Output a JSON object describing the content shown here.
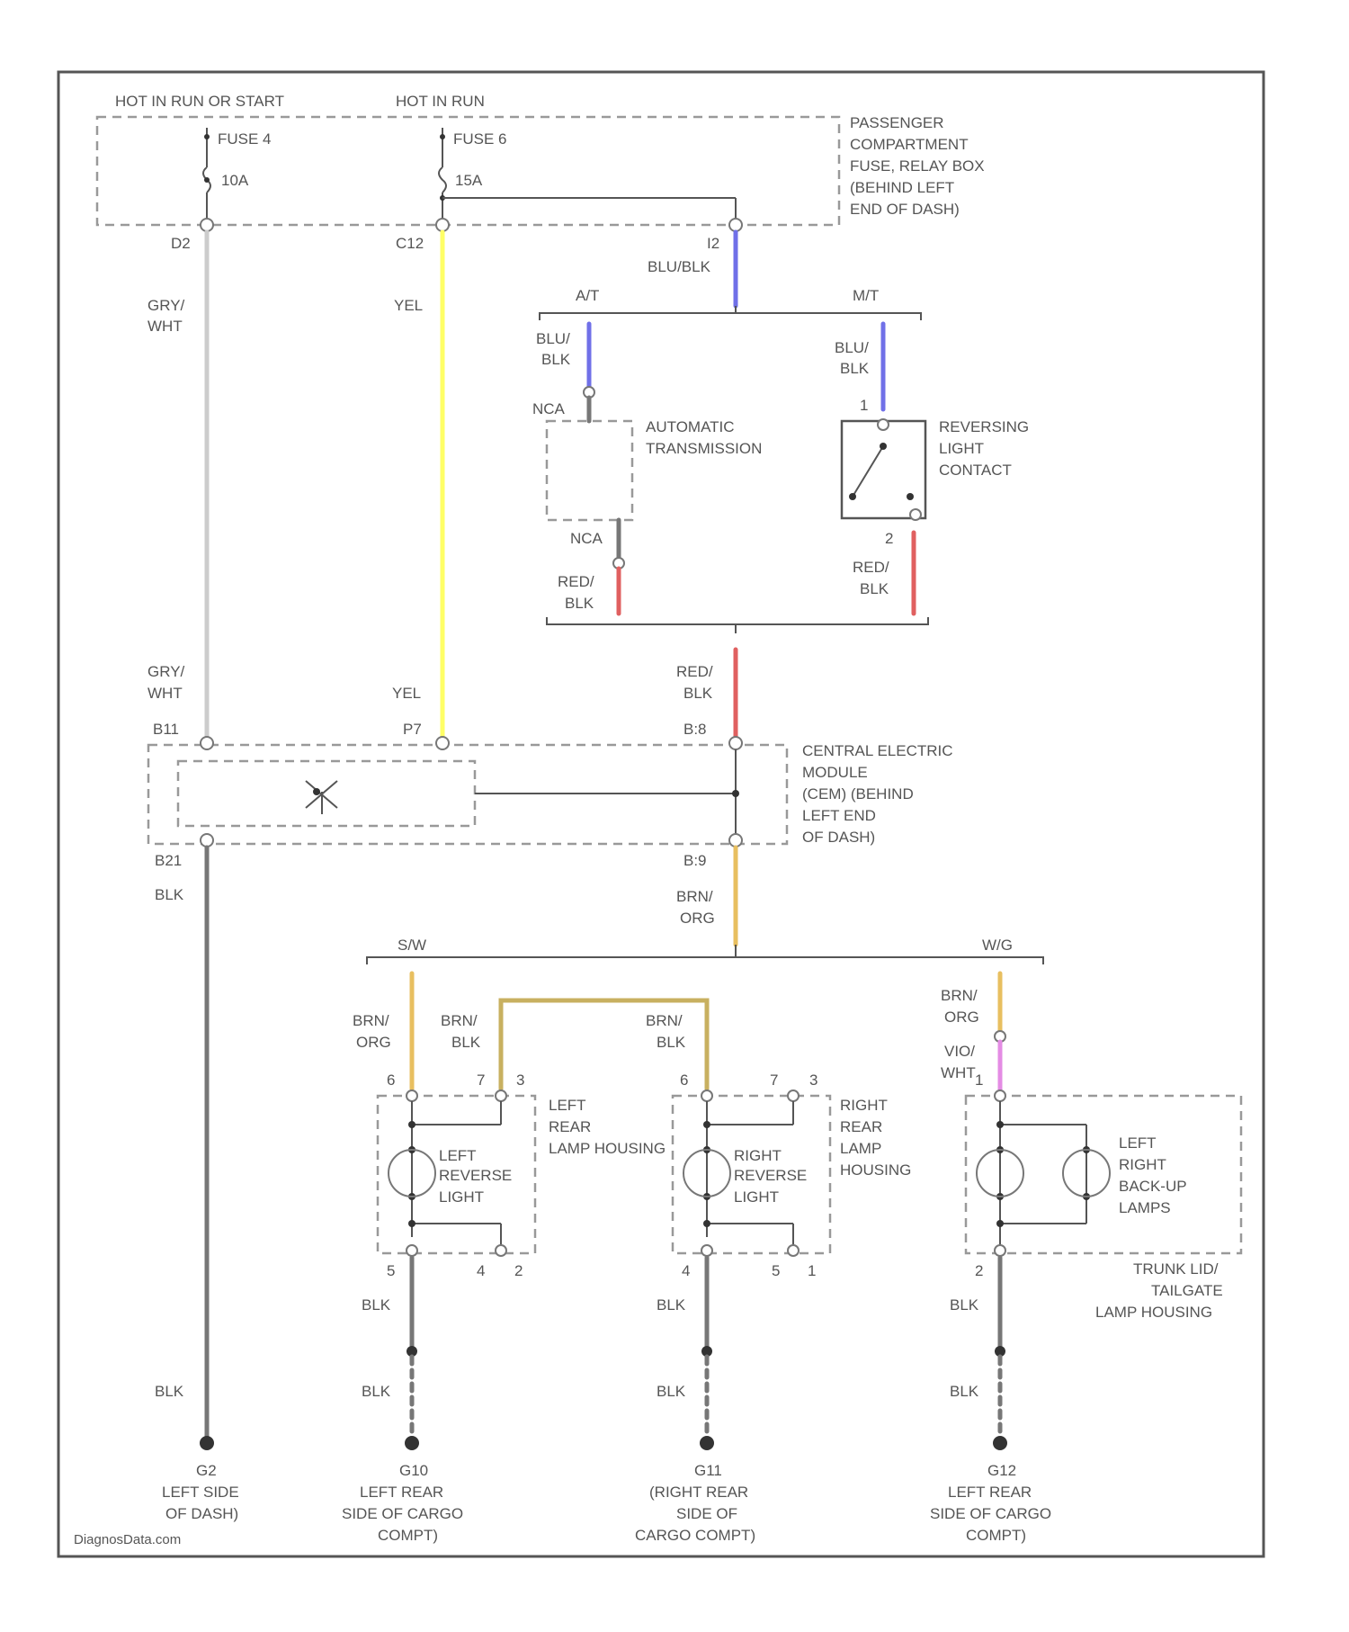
{
  "power": {
    "left": {
      "header": "HOT IN RUN OR START",
      "fuse": "FUSE 4",
      "rating": "10A",
      "connector": "D2"
    },
    "mid": {
      "header": "HOT IN RUN",
      "fuse": "FUSE 6",
      "rating": "15A",
      "connector": "C12",
      "connector2": "I2"
    }
  },
  "fuse_box": [
    "PASSENGER",
    "COMPARTMENT",
    "FUSE, RELAY BOX",
    "(BEHIND LEFT",
    "END OF DASH)"
  ],
  "wires": {
    "gry_wht": [
      "GRY/",
      "WHT"
    ],
    "yel": "YEL",
    "blu_blk": "BLU/BLK",
    "blu_blk2": [
      "BLU/",
      "BLK"
    ],
    "red_blk": [
      "RED/",
      "BLK"
    ],
    "brn_org": [
      "BRN/",
      "ORG"
    ],
    "brn_blk": [
      "BRN/",
      "BLK"
    ],
    "vio_wht": [
      "VIO/",
      "WHT"
    ],
    "blk": "BLK"
  },
  "splits": {
    "at": "A/T",
    "mt": "M/T",
    "sw": "S/W",
    "wg": "W/G"
  },
  "automatic_transmission": {
    "label": [
      "AUTOMATIC",
      "TRANSMISSION"
    ],
    "nca_top": "NCA",
    "nca_bottom": "NCA"
  },
  "reversing_switch": {
    "label": [
      "REVERSING",
      "LIGHT",
      "CONTACT"
    ],
    "pin_top": "1",
    "pin_bottom": "2"
  },
  "cem": {
    "label": [
      "CENTRAL ELECTRIC",
      "MODULE",
      "(CEM) (BEHIND",
      "LEFT END",
      "OF DASH)"
    ],
    "pins": {
      "b11": "B11",
      "p7": "P7",
      "b8": "B:8",
      "b21": "B21",
      "b9": "B:9"
    }
  },
  "left_lamp": {
    "housing": [
      "LEFT",
      "REAR",
      "LAMP HOUSING"
    ],
    "light": [
      "LEFT",
      "REVERSE",
      "LIGHT"
    ],
    "pins": {
      "top_a": "6",
      "top_b": "7",
      "top_c": "3",
      "bot_a": "5",
      "bot_b": "4",
      "bot_c": "2"
    }
  },
  "right_lamp": {
    "housing": [
      "RIGHT",
      "REAR",
      "LAMP",
      "HOUSING"
    ],
    "light": [
      "RIGHT",
      "REVERSE",
      "LIGHT"
    ],
    "pins": {
      "top_a": "6",
      "top_b": "7",
      "top_c": "3",
      "bot_a": "4",
      "bot_b": "5",
      "bot_c": "1"
    }
  },
  "tailgate": {
    "label": [
      "LEFT",
      "RIGHT",
      "BACK-UP",
      "LAMPS"
    ],
    "housing": [
      "TRUNK LID/",
      "TAILGATE",
      "LAMP HOUSING"
    ],
    "pin_top": "1",
    "pin_bottom": "2"
  },
  "grounds": [
    {
      "id": "G2",
      "lines": [
        "LEFT SIDE",
        "OF DASH)"
      ]
    },
    {
      "id": "G10",
      "lines": [
        "LEFT REAR",
        "SIDE OF CARGO",
        "COMPT)"
      ]
    },
    {
      "id": "G11",
      "lines": [
        "(RIGHT REAR",
        "SIDE OF",
        "CARGO COMPT)"
      ]
    },
    {
      "id": "G12",
      "lines": [
        "LEFT REAR",
        "SIDE OF CARGO",
        "COMPT)"
      ]
    }
  ],
  "watermark": "DiagnosData.com",
  "colors": {
    "yel": "#ffff66",
    "blu": "#7070e8",
    "red": "#e06060",
    "brn_org": "#e8bf60",
    "vio": "#e48ce4",
    "gry": "#cccccc",
    "blk": "#777777"
  }
}
